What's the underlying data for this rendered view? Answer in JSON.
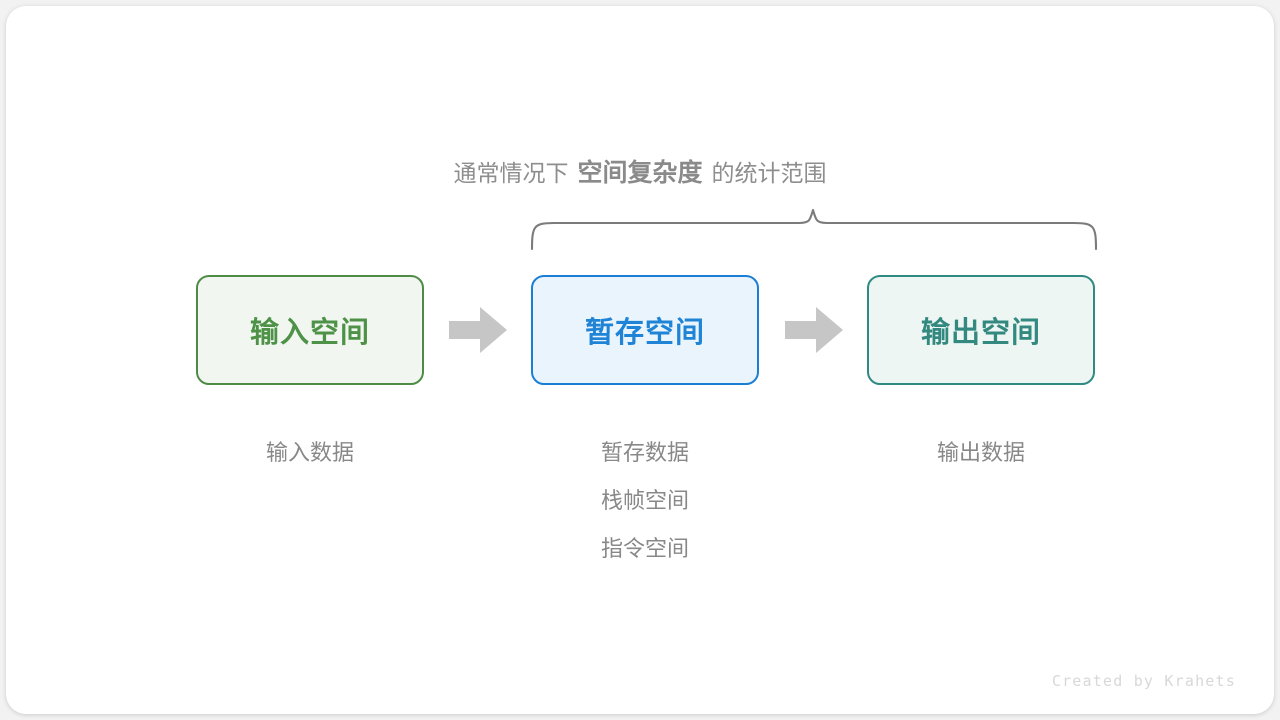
{
  "diagram": {
    "brace_caption": {
      "prefix": "通常情况下",
      "emphasis": "空间复杂度",
      "suffix": "的统计范围"
    },
    "boxes": [
      {
        "label": "输入空间",
        "border_color": "#4e8c46",
        "fill_color": "#f1f7f0",
        "text_color": "#4e9247"
      },
      {
        "label": "暂存空间",
        "border_color": "#1a7fd4",
        "fill_color": "#e9f4fc",
        "text_color": "#1f83d6"
      },
      {
        "label": "输出空间",
        "border_color": "#2f8a81",
        "fill_color": "#eef6f4",
        "text_color": "#33897f"
      }
    ],
    "arrows": [
      {
        "name": "arrow-input-to-temp",
        "color": "#c6c6c6"
      },
      {
        "name": "arrow-temp-to-output",
        "color": "#c6c6c6"
      }
    ],
    "brace": {
      "color": "#7b7b7b"
    },
    "captions": [
      {
        "lines": [
          "输入数据"
        ]
      },
      {
        "lines": [
          "暂存数据",
          "栈帧空间",
          "指令空间"
        ]
      },
      {
        "lines": [
          "输出数据"
        ]
      }
    ],
    "footer_credit": "Created by Krahets"
  }
}
